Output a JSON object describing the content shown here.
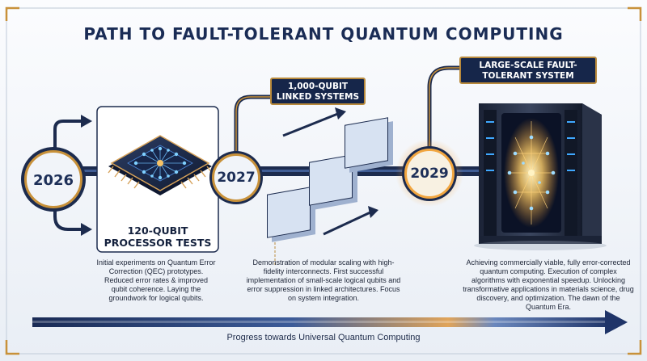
{
  "title": "PATH TO FAULT-TOLERANT QUANTUM COMPUTING",
  "milestones": [
    {
      "year": "2026",
      "heading": "120-QUBIT PROCESSOR TESTS",
      "description": "Initial experiments on Quantum Error Correction (QEC) prototypes. Reduced error rates & improved qubit coherence. Laying the groundwork for logical qubits."
    },
    {
      "year": "2027",
      "heading": "1,000-QUBIT LINKED SYSTEMS",
      "description": "Demonstration of modular scaling with high-fidelity interconnects. First successful implementation of small-scale logical qubits and error suppression in linked architectures. Focus on system integration."
    },
    {
      "year": "2029",
      "heading": "LARGE-SCALE FAULT-TOLERANT SYSTEM",
      "description": "Achieving commercially viable, fully error-corrected quantum computing. Execution of complex algorithms with exponential speedup. Unlocking transformative applications in materials science, drug discovery, and optimization. The dawn of the Quantum Era."
    }
  ],
  "progress": {
    "label": "Progress towards Universal Quantum Computing"
  },
  "colors": {
    "navy": "#16264a",
    "gold": "#c8913a",
    "glow": "#f6a23a",
    "qubit": "#3fa8ff"
  }
}
